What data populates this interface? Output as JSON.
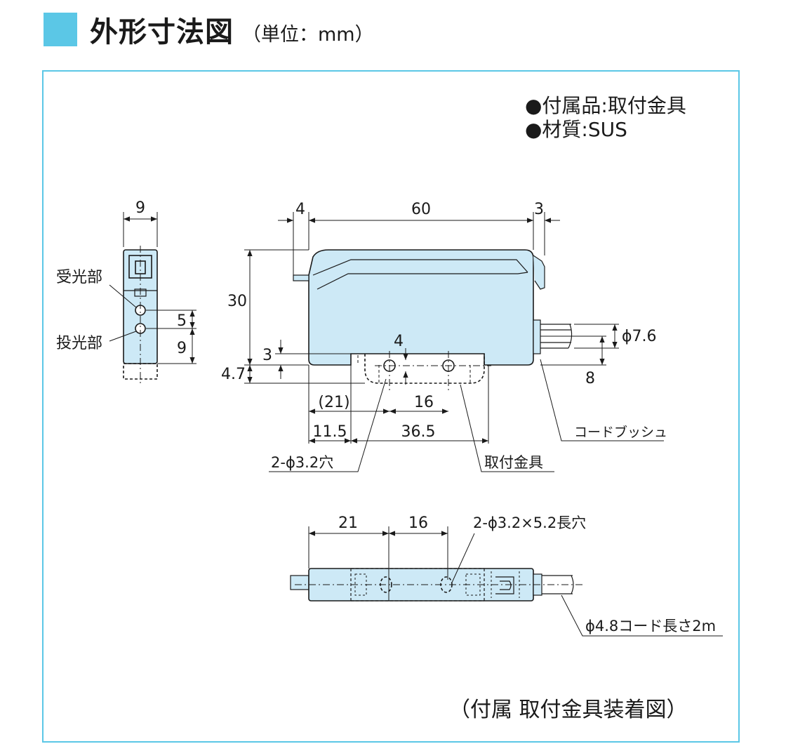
{
  "heading": {
    "title": "外形寸法図",
    "unit": "（単位：mm）"
  },
  "notes": [
    "●付属品:取付金具",
    "●材質:SUS"
  ],
  "side_view": {
    "width_dim": "9",
    "receiver_label": "受光部",
    "emitter_label": "投光部",
    "dim_5": "5",
    "dim_9": "9"
  },
  "front_view": {
    "dim_4_top": "4",
    "dim_60": "60",
    "dim_3_top": "3",
    "dim_30": "30",
    "dim_3_left": "3",
    "dim_4_7": "4.7",
    "dim_4_mid": "4",
    "dim_21_ref": "(21)",
    "dim_16": "16",
    "dim_11_5": "11.5",
    "dim_36_5": "36.5",
    "dim_phi7_6": "ϕ7.6",
    "dim_8": "8",
    "label_holes": "2-ϕ3.2穴",
    "label_bracket": "取付金具",
    "label_bushing": "コードブッシュ"
  },
  "bottom_view": {
    "dim_21": "21",
    "dim_16": "16",
    "label_slots": "2-ϕ3.2×5.2長穴",
    "label_cord": "ϕ4.8コード長さ2m"
  },
  "caption": "（付属 取付金具装着図）",
  "colors": {
    "accent": "#5bc7e6",
    "body_fill": "#cde9f6",
    "line": "#1a1a1a"
  }
}
